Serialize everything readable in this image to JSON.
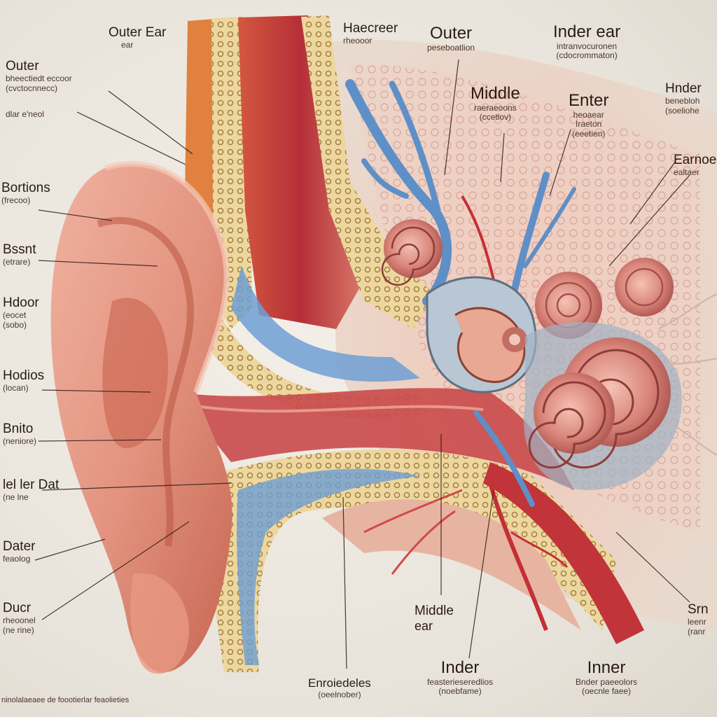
{
  "labels": {
    "outer_ear_top": {
      "title": "Outer Ear",
      "sub": "ear"
    },
    "outer_left": {
      "title": "Outer",
      "sub1": "bheectiedt eccoor",
      "sub2": "(cvctocnnecc)",
      "sub3": "dlar e'neol"
    },
    "haecreer": {
      "title": "Haecreer",
      "sub": "rheooor"
    },
    "outer_mid": {
      "title": "Outer",
      "sub": "peseboatlion"
    },
    "inder_ear": {
      "title": "Inder ear",
      "sub1": "intranvocuronen",
      "sub2": "(cdocrommaton)"
    },
    "middle_upper": {
      "title": "Middle",
      "sub1": "raeraeoons",
      "sub2": "(ccetlov)"
    },
    "enter": {
      "title": "Enter",
      "sub1": "heoaear",
      "sub2": "Iraeton",
      "sub3": "(eeetien)"
    },
    "hnder": {
      "title": "Hnder",
      "sub1": "benebloh",
      "sub2": "(soeliohe"
    },
    "earnoe": {
      "title": "Earnoe",
      "sub": "ealtaer"
    },
    "left_2": {
      "title": "Bortions",
      "sub": "(frecoo)"
    },
    "left_3": {
      "title": "Bssnt",
      "sub": "(etrare)"
    },
    "left_4": {
      "title": "Hdoor",
      "sub1": "(eocet",
      "sub2": "(sobo)"
    },
    "left_5": {
      "title": "Hodios",
      "sub": "(locan)"
    },
    "left_6": {
      "title": "Bnito",
      "sub": "(neniore)"
    },
    "left_7": {
      "title": "lel ler Dat",
      "sub": "(ne lne"
    },
    "left_8": {
      "title": "Dater",
      "sub": "feaolog"
    },
    "left_9": {
      "title": "Ducr",
      "sub1": "rheoonel",
      "sub2": "(ne rine)"
    },
    "middle_ear": {
      "title": "Middle",
      "sub": "ear"
    },
    "enroiedeles": {
      "title": "Enroiedeles",
      "sub": "(oeelnober)"
    },
    "inder_bottom": {
      "title": "Inder",
      "sub1": "feasterieseredlios",
      "sub2": "(noebfame)"
    },
    "inner": {
      "title": "Inner",
      "sub1": "Bnder paeeolors",
      "sub2": "(oecnle faee)"
    },
    "right_bottom": {
      "title": "Srn",
      "sub1": "leenr",
      "sub2": "(ranr"
    },
    "footer": "ninolalaeaee de foootierlar feaolieties"
  },
  "colors": {
    "skin": "#e7a08c",
    "skin_shadow": "#c9624f",
    "bone": "#e8cf93",
    "muscle": "#b8333a",
    "vessel_blue": "#5f8fc7",
    "cochlea": "#d9857a"
  }
}
